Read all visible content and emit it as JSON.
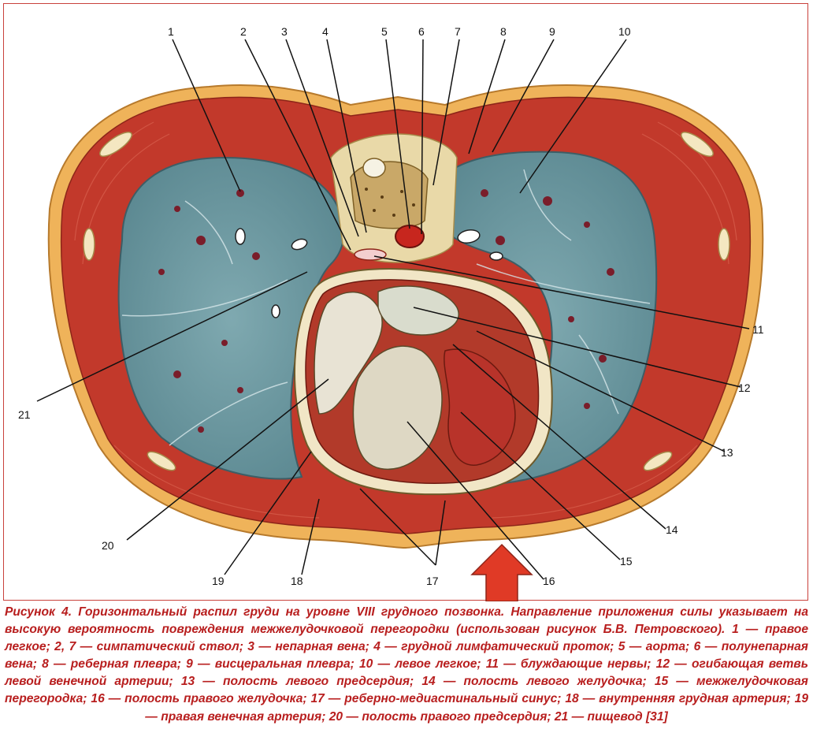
{
  "figure": {
    "labels": [
      "1",
      "2",
      "3",
      "4",
      "5",
      "6",
      "7",
      "8",
      "9",
      "10",
      "11",
      "12",
      "13",
      "14",
      "15",
      "16",
      "17",
      "18",
      "19",
      "20",
      "21"
    ]
  },
  "caption": {
    "text": "Рисунок 4. Горизонтальный распил груди на уровне VIII грудного позвонка. Направление приложения силы указывает на высокую вероятность повреждения межжелудочковой перегородки (использован рисунок Б.В. Петровского). 1 — правое легкое; 2, 7 — симпатический ствол; 3 — непарная вена; 4 — грудной лимфатический проток; 5 — аорта; 6 — полунепарная вена; 8 — реберная плевра; 9 — висцеральная плевра; 10 — левое легкое; 11 — блуждающие нервы; 12 — огибающая ветвь левой венечной артерии; 13 — полость левого предсердия; 14 — полость левого желудочка; 15 — межжелудочковая перегородка; 16 — полость правого желудочка; 17 — реберно-медиастинальный синус; 18 — внутренняя грудная артерия; 19 — правая венечная артерия; 20 — полость правого предсердия; 21 — пищевод [31]"
  },
  "colors": {
    "skin": "#efb35a",
    "muscle": "#c2392b",
    "lung": "#6e9aa3",
    "heart_wall": "#b23a2a",
    "arrow": "#e03a26"
  }
}
